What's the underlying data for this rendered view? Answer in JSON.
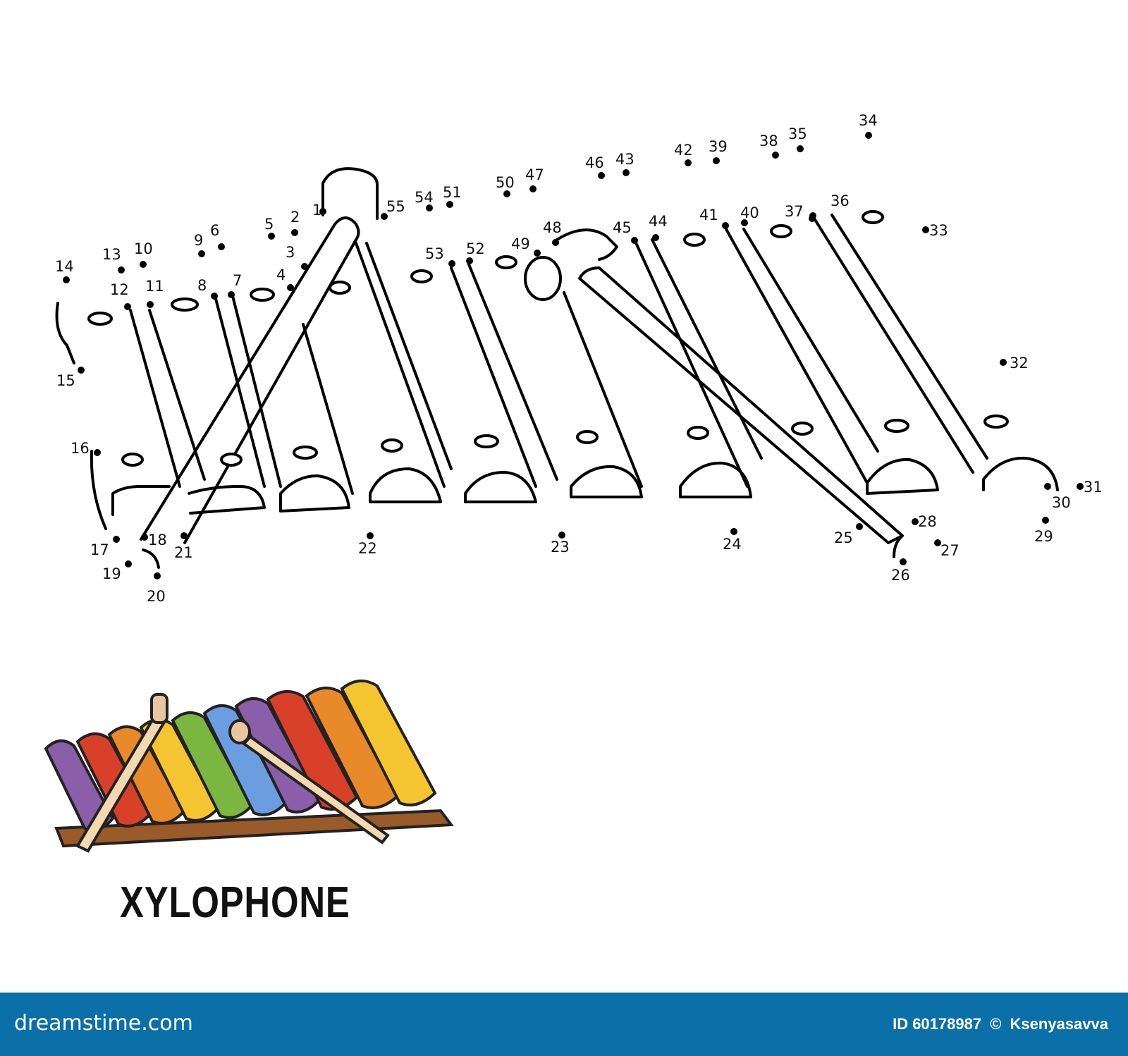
{
  "title": "XYLOPHONE",
  "footer": {
    "brand": "dreamstime.com",
    "id_label": "ID 60178987",
    "copyright_symbol": "©",
    "author": "Ksenyasavva"
  },
  "dots": [
    "1",
    "2",
    "3",
    "4",
    "5",
    "6",
    "7",
    "8",
    "9",
    "10",
    "11",
    "12",
    "13",
    "14",
    "15",
    "16",
    "17",
    "18",
    "19",
    "20",
    "21",
    "22",
    "23",
    "24",
    "25",
    "26",
    "27",
    "28",
    "29",
    "30",
    "31",
    "32",
    "33",
    "34",
    "35",
    "36",
    "37",
    "38",
    "39",
    "40",
    "41",
    "42",
    "43",
    "44",
    "45",
    "46",
    "47",
    "48",
    "49",
    "50",
    "51",
    "52",
    "53",
    "54",
    "55"
  ],
  "colors": {
    "footer_bg": "#0b6fa8",
    "bars": [
      "#8a5ea8",
      "#d9402a",
      "#e8892a",
      "#f5c531",
      "#7ab640",
      "#6b9ee0",
      "#8a5ea8",
      "#d9402a",
      "#e8892a",
      "#f5c531"
    ],
    "frame": "#9a5a2a",
    "mallet": "#f3d8b0"
  }
}
